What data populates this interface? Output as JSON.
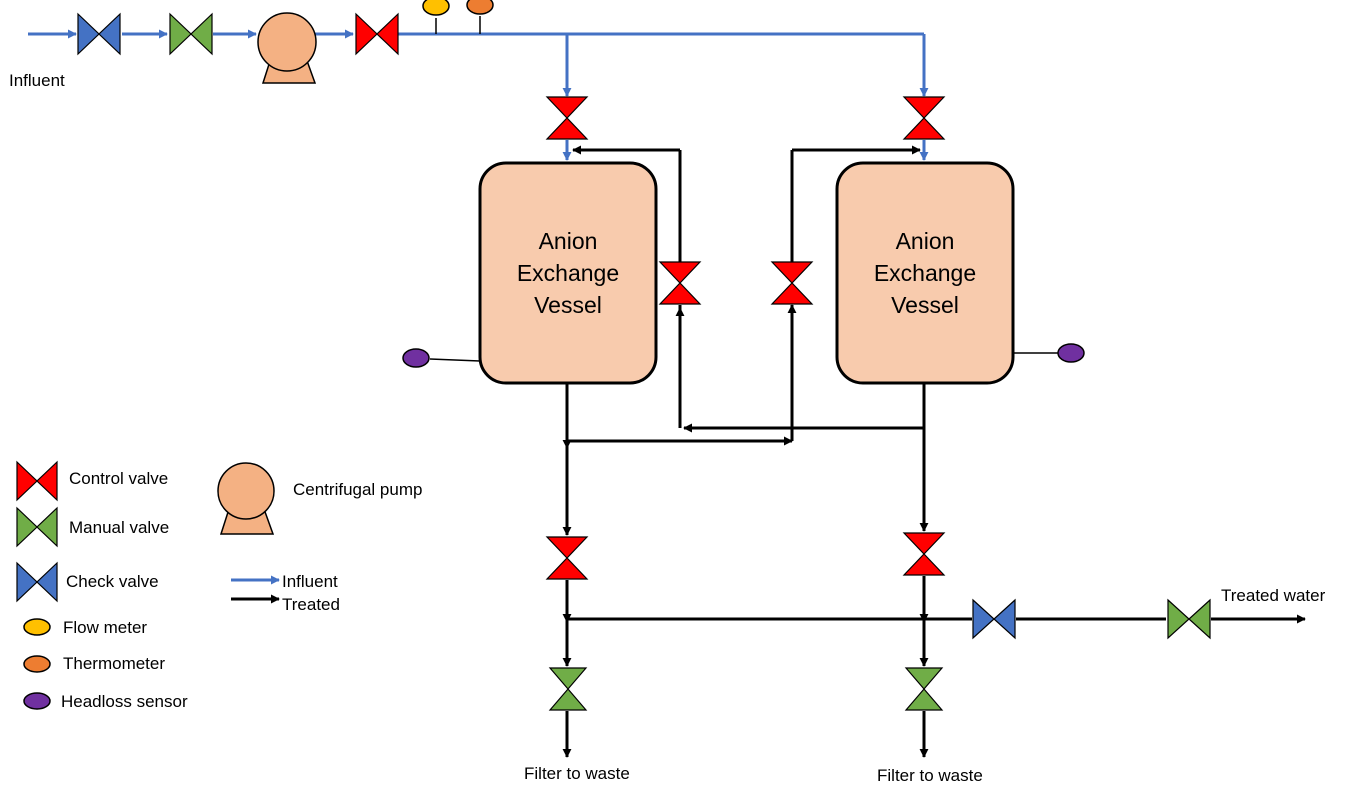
{
  "colors": {
    "influent_line": "#4472C4",
    "treated_line": "#000000",
    "control_valve": "#FF0000",
    "manual_valve": "#70AD47",
    "check_valve": "#4472C4",
    "pump": "#F4B183",
    "vessel": "#F8CBAD",
    "flow_meter": "#FFC000",
    "thermometer": "#ED7D31",
    "headloss_sensor": "#7030A0"
  },
  "labels": {
    "influent": "Influent",
    "treated_water": "Treated water",
    "filter_to_waste_left": "Filter to waste",
    "filter_to_waste_right": "Filter to waste"
  },
  "vessels": [
    {
      "line1": "Anion",
      "line2": "Exchange",
      "line3": "Vessel"
    },
    {
      "line1": "Anion",
      "line2": "Exchange",
      "line3": "Vessel"
    }
  ],
  "legend": {
    "control_valve": "Control valve",
    "manual_valve": "Manual valve",
    "check_valve": "Check valve",
    "flow_meter": "Flow meter",
    "thermometer": "Thermometer",
    "headloss_sensor": "Headloss sensor",
    "centrifugal_pump": "Centrifugal pump",
    "influent_line": "Influent",
    "treated_line": "Treated"
  }
}
